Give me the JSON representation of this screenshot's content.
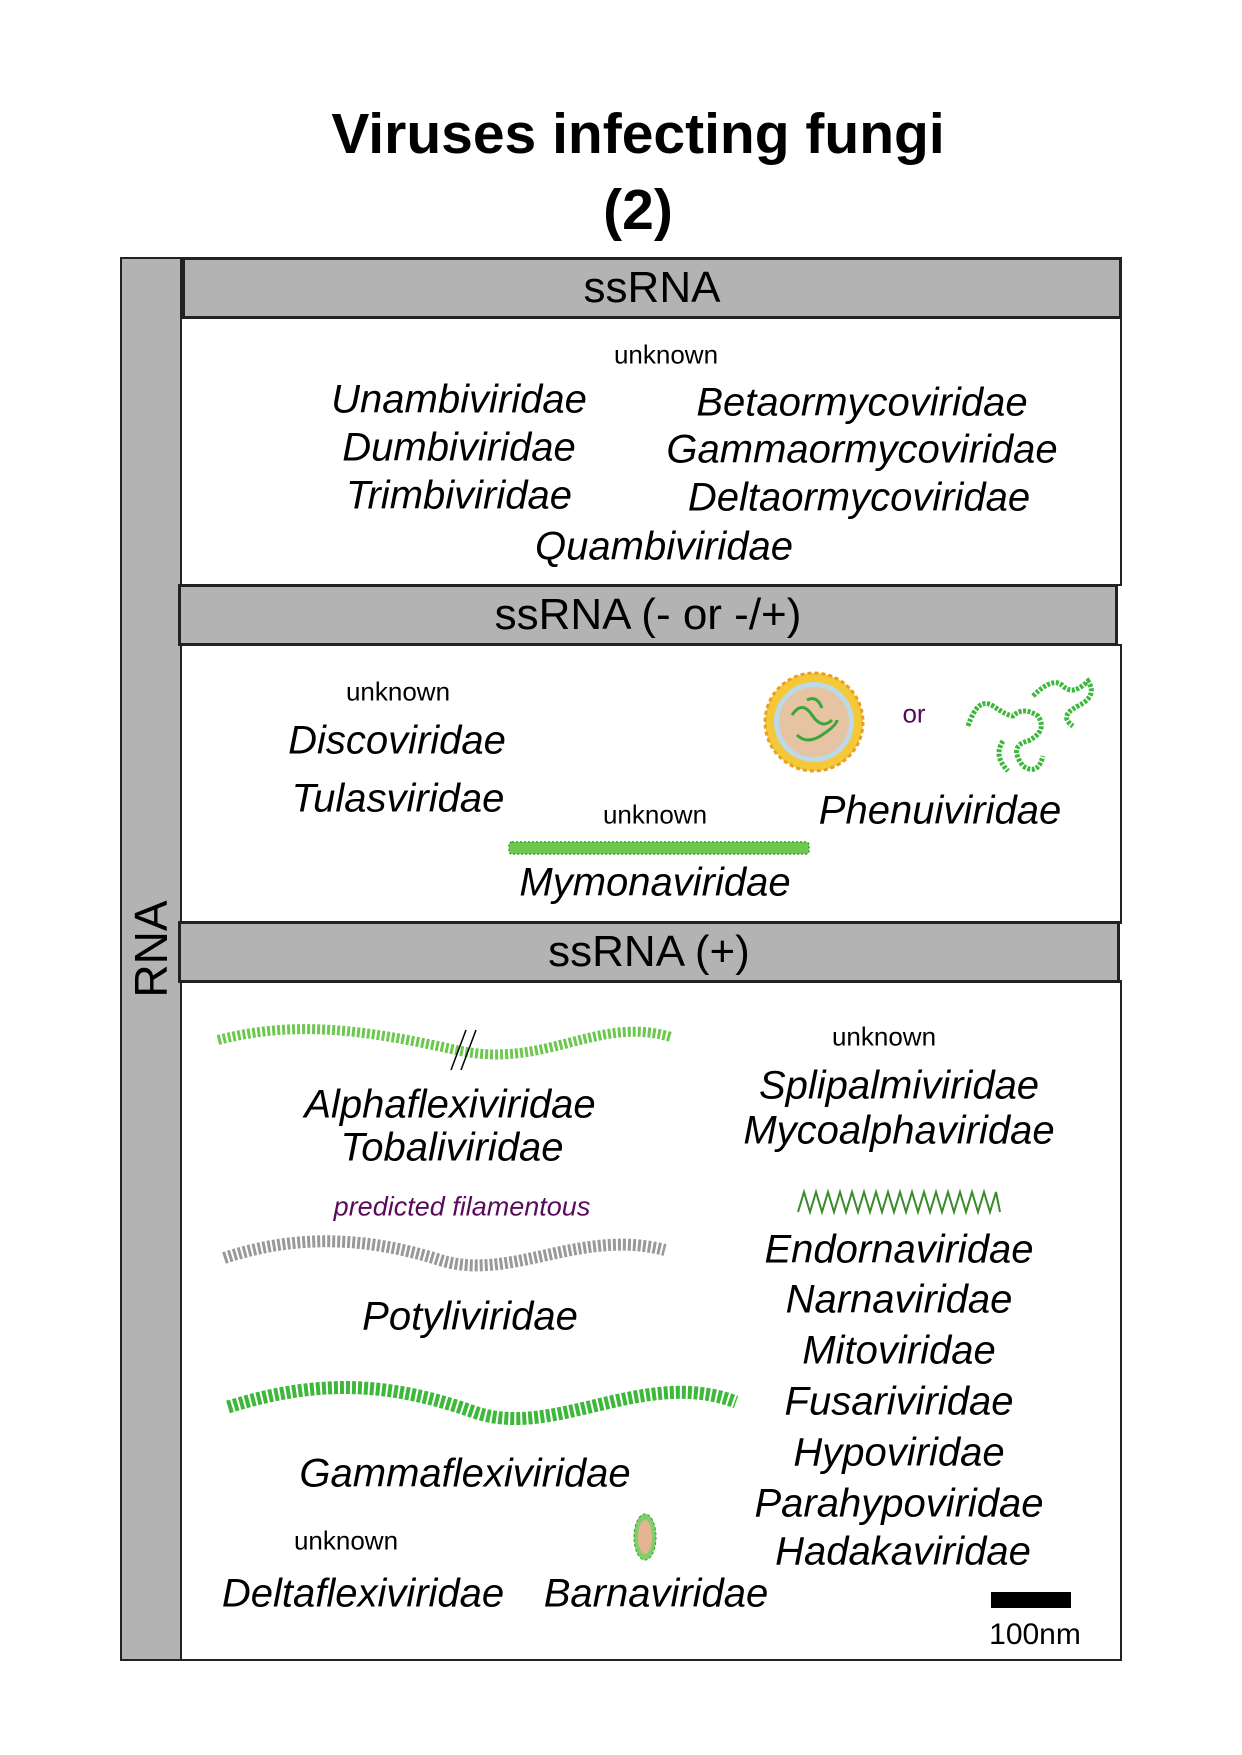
{
  "title": {
    "line1": "Viruses infecting fungi",
    "line2": "(2)"
  },
  "side_label": "RNA",
  "sections": [
    {
      "header": "ssRNA",
      "unknown": "unknown",
      "families_left": [
        "Unambiviridae",
        "Dumbiviridae",
        "Trimbiviridae"
      ],
      "families_right": [
        "Betaormycoviridae",
        "Gammaormycoviridae",
        "Deltaormycoviridae"
      ],
      "family_bottom": "Quambiviridae"
    },
    {
      "header": "ssRNA (- or -/+)",
      "unknown_left": "unknown",
      "families_left": [
        "Discoviridae",
        "Tulasviridae"
      ],
      "unknown_mid": "unknown",
      "mymona": "Mymonaviridae",
      "or": "or",
      "phenui": "Phenuiviridae"
    },
    {
      "header": "ssRNA (+)",
      "alpha": "Alphaflexiviridae",
      "tobali": "Tobaliviridae",
      "unknown_right": "unknown",
      "splipal": "Splipalmiviridae",
      "mycoalpha": "Mycoalphaviridae",
      "predicted": "predicted filamentous",
      "potyli": "Potyliviridae",
      "gamma": "Gammaflexiviridae",
      "unknown_bottom": "unknown",
      "delta": "Deltaflexiviridae",
      "barna": "Barnaviridae",
      "right_families": [
        "Endornaviridae",
        "Narnaviridae",
        "Mitoviridae",
        "Fusariviridae",
        "Hypoviridae",
        "Parahypoviridae",
        "Hadakaviridae"
      ],
      "scale": "100nm"
    }
  ],
  "colors": {
    "header": "#b3b3b3",
    "green": "#3db83a",
    "purple": "#5a0a5a",
    "grey": "#999999"
  }
}
